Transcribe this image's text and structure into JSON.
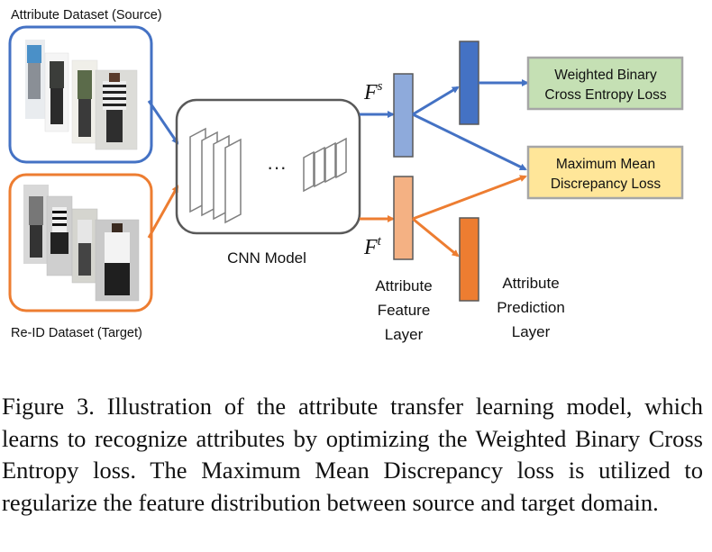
{
  "source_dataset_label": "Attribute Dataset (Source)",
  "target_dataset_label": "Re-ID Dataset (Target)",
  "cnn_label": "CNN Model",
  "cnn_ellipsis": "···",
  "feature_source_label": "F",
  "feature_source_sup": "s",
  "feature_target_label": "F",
  "feature_target_sup": "t",
  "attribute_feature_layer": [
    "Attribute",
    "Feature",
    "Layer"
  ],
  "attribute_prediction_layer": [
    "Attribute",
    "Prediction",
    "Layer"
  ],
  "wbce_loss": [
    "Weighted Binary",
    "Cross Entropy Loss"
  ],
  "mmd_loss": [
    "Maximum Mean",
    "Discrepancy Loss"
  ],
  "caption": "Figure 3. Illustration of the attribute transfer learning model, which learns to recognize attributes by optimizing the Weighted Binary Cross Entropy loss. The Maximum Mean Discrepancy loss is utilized to regularize the feature distribution between source and target domain.",
  "colors": {
    "source_blue": "#4472c4",
    "target_orange": "#ed7d31",
    "feature_blue_fill": "#8eaadb",
    "feature_orange_fill": "#f4b183",
    "pred_blue": "#4472c4",
    "pred_orange": "#ed7d31",
    "wbce_fill": "#c5e0b4",
    "mmd_fill": "#ffe699",
    "loss_border": "#a6a6a6",
    "cnn_border": "#595959"
  }
}
